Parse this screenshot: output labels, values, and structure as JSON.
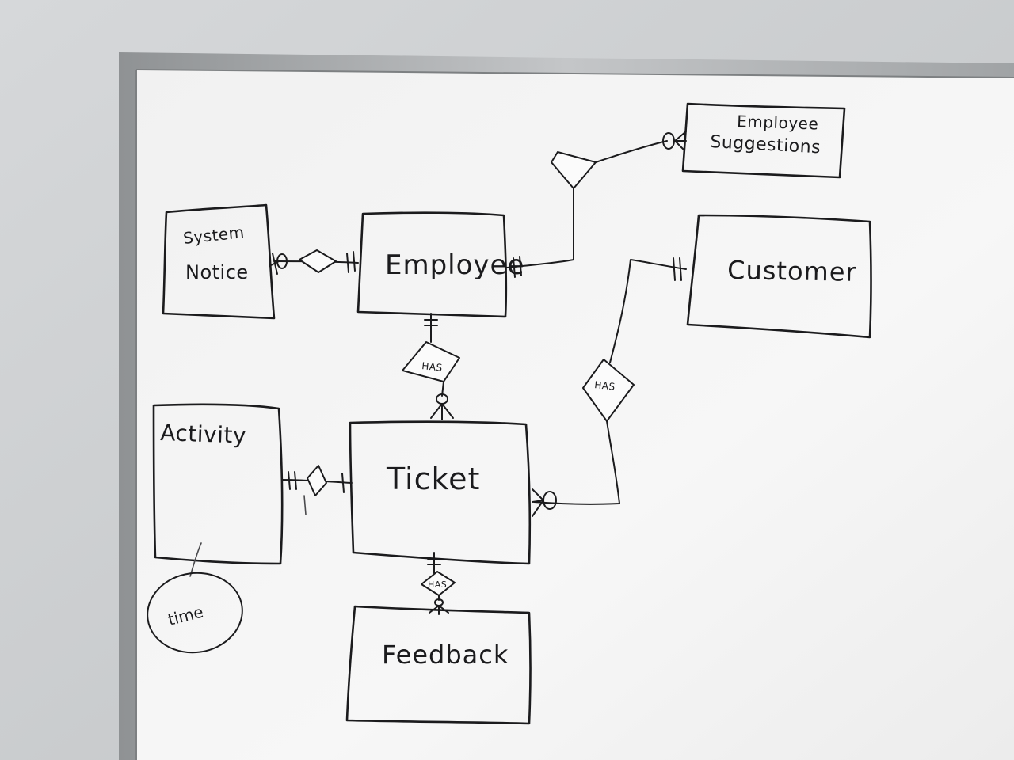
{
  "diagram": {
    "entities": [
      {
        "id": "employee_suggestions",
        "lines": [
          "Employee",
          "Suggestions"
        ]
      },
      {
        "id": "system_notice",
        "lines": [
          "System",
          "Notice"
        ]
      },
      {
        "id": "employee",
        "lines": [
          "Employee"
        ]
      },
      {
        "id": "customer",
        "lines": [
          "Customer"
        ]
      },
      {
        "id": "activity",
        "lines": [
          "Activity"
        ]
      },
      {
        "id": "ticket",
        "lines": [
          "Ticket"
        ]
      },
      {
        "id": "feedback",
        "lines": [
          "Feedback"
        ]
      }
    ],
    "relationships": [
      {
        "id": "employee_ticket",
        "label": "HAS"
      },
      {
        "id": "customer_ticket",
        "label": "HAS"
      },
      {
        "id": "ticket_feedback",
        "label": "HAS"
      },
      {
        "id": "employee_suggestions_rel",
        "label": ""
      },
      {
        "id": "notice_employee_rel",
        "label": ""
      },
      {
        "id": "activity_ticket_rel",
        "label": ""
      }
    ],
    "attributes": [
      {
        "id": "activity_time",
        "label": "time"
      }
    ]
  },
  "colors": {
    "wall": "#cfd2d4",
    "board": "#f4f4f4",
    "frame": "#a9acae",
    "ink": "#1b1b1d"
  }
}
